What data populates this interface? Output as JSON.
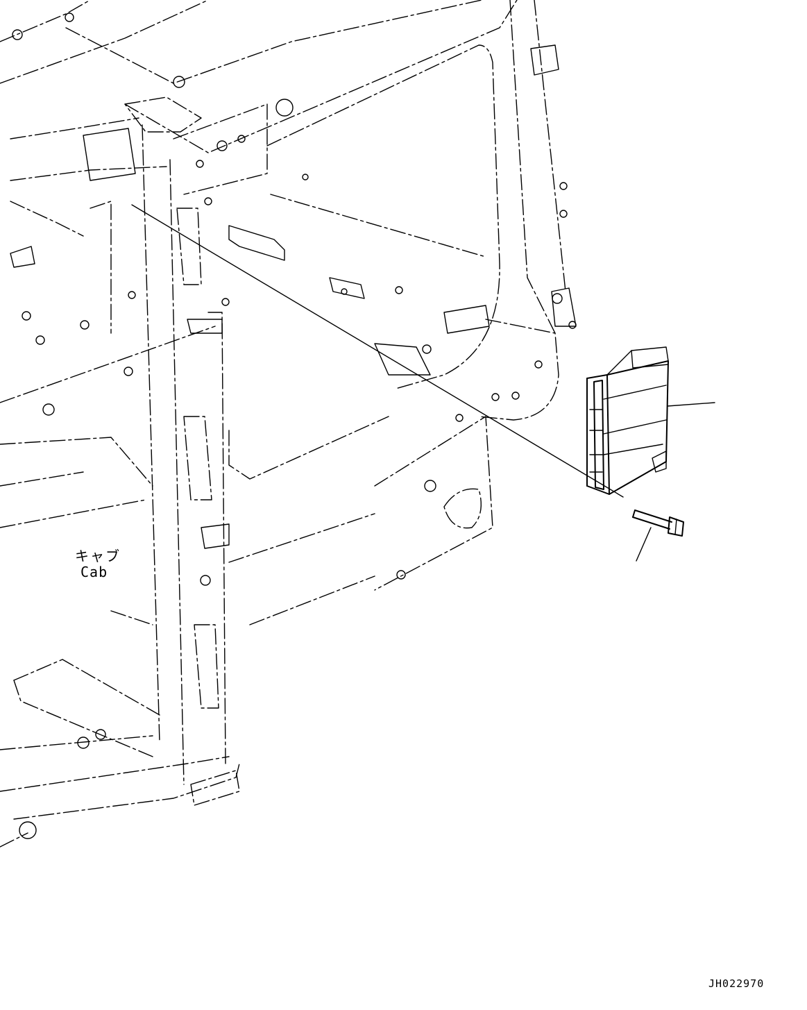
{
  "labels": {
    "cab_jp": "キャブ",
    "cab_en": "Cab",
    "drawing_number": "JH022970"
  }
}
